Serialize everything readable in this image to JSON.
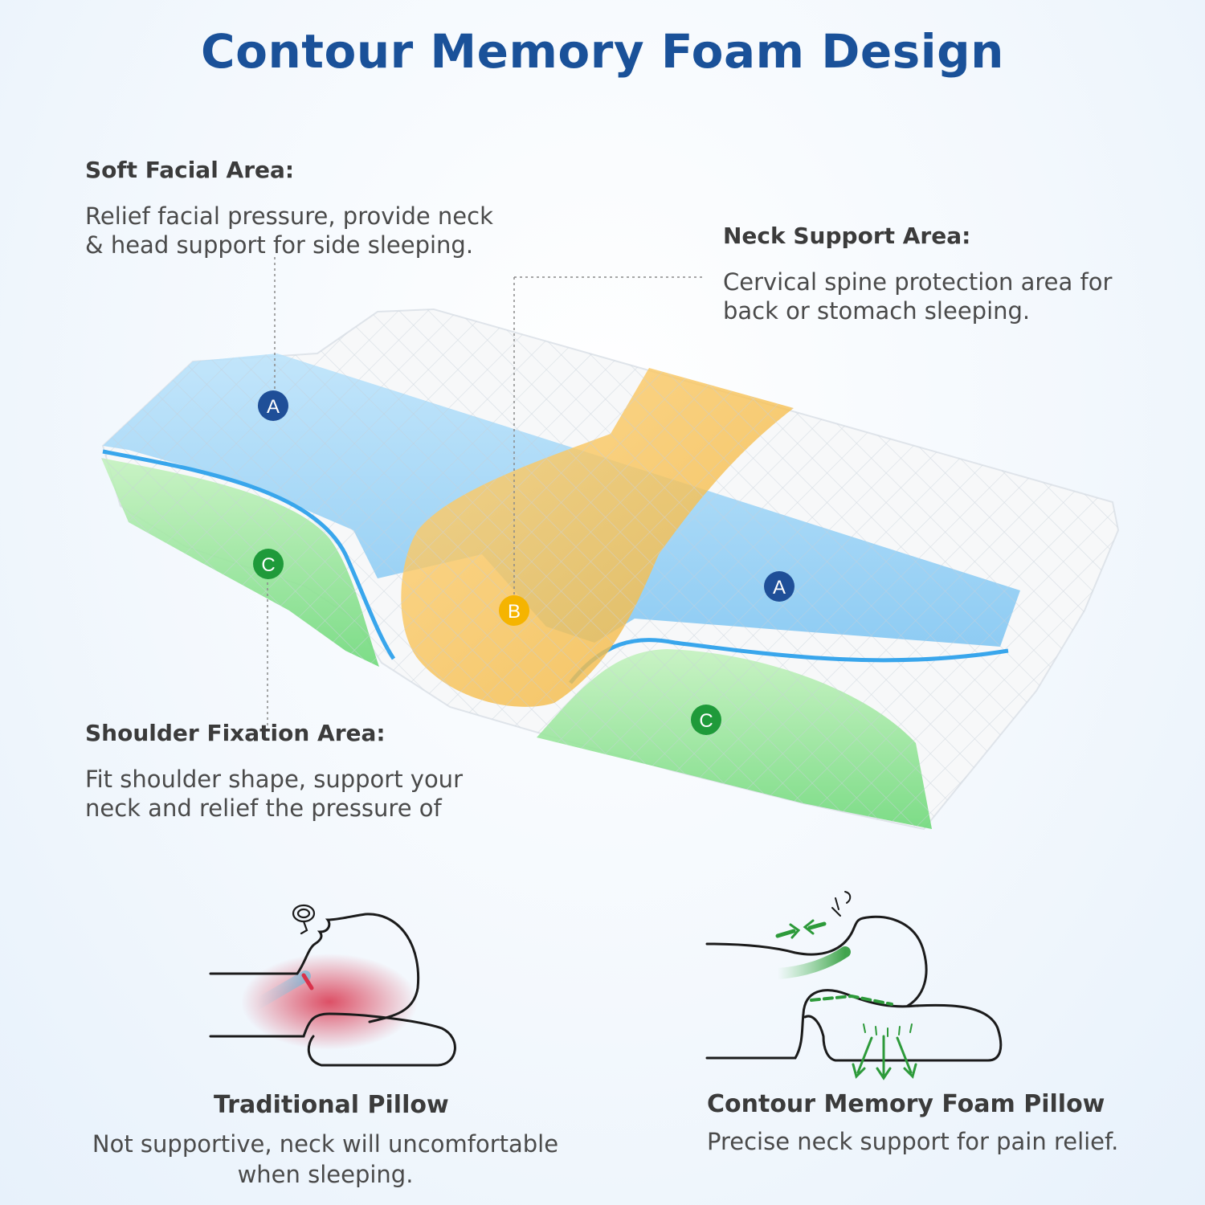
{
  "title": "Contour Memory Foam Design",
  "areas": {
    "soft_facial": {
      "heading": "Soft Facial Area:",
      "lines": [
        "Relief facial pressure, provide neck",
        "& head support for side sleeping."
      ]
    },
    "neck_support": {
      "heading": "Neck Support Area:",
      "lines": [
        "Cervical spine protection area for",
        "back or stomach sleeping."
      ]
    },
    "shoulder_fixation": {
      "heading": "Shoulder Fixation Area:",
      "lines": [
        "Fit shoulder shape, support your",
        "neck and relief the pressure of"
      ]
    }
  },
  "markers": {
    "a": "A",
    "b": "B",
    "c": "C"
  },
  "comparison": {
    "traditional": {
      "heading": "Traditional Pillow",
      "lines": [
        "Not supportive, neck will uncomfortable",
        "when sleeping."
      ]
    },
    "contour": {
      "heading": "Contour Memory Foam Pillow",
      "lines": [
        "Precise neck support for pain relief."
      ]
    }
  },
  "colors": {
    "title": "#1a5199",
    "marker_a": "#1f4f98",
    "marker_b": "#f5b400",
    "marker_c": "#1f9a3a",
    "zone_a": "#9fd4f5",
    "zone_b": "#f7c55a",
    "zone_c": "#8ee38f",
    "pressure": "#d9324b",
    "support": "#2d9a3a"
  }
}
